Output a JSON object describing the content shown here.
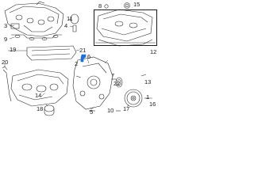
{
  "diagram": {
    "callouts": [
      {
        "id": "c1",
        "label": "1"
      },
      {
        "id": "c2",
        "label": "2"
      },
      {
        "id": "c3",
        "label": "3"
      },
      {
        "id": "c4",
        "label": "4"
      },
      {
        "id": "c5",
        "label": "5"
      },
      {
        "id": "c6",
        "label": "6"
      },
      {
        "id": "c7",
        "label": "7"
      },
      {
        "id": "c8",
        "label": "8"
      },
      {
        "id": "c9",
        "label": "9"
      },
      {
        "id": "c10",
        "label": "10"
      },
      {
        "id": "c11",
        "label": "11"
      },
      {
        "id": "c12",
        "label": "12"
      },
      {
        "id": "c13",
        "label": "13"
      },
      {
        "id": "c14",
        "label": "14"
      },
      {
        "id": "c15",
        "label": "15"
      },
      {
        "id": "c16",
        "label": "16"
      },
      {
        "id": "c17",
        "label": "17"
      },
      {
        "id": "c18",
        "label": "18"
      },
      {
        "id": "c19",
        "label": "19"
      },
      {
        "id": "c20",
        "label": "20"
      },
      {
        "id": "c21",
        "label": "21"
      },
      {
        "id": "c22",
        "label": "22"
      }
    ],
    "highlight_color": "#1e6fd9",
    "line_color": "#2a2a2a"
  }
}
